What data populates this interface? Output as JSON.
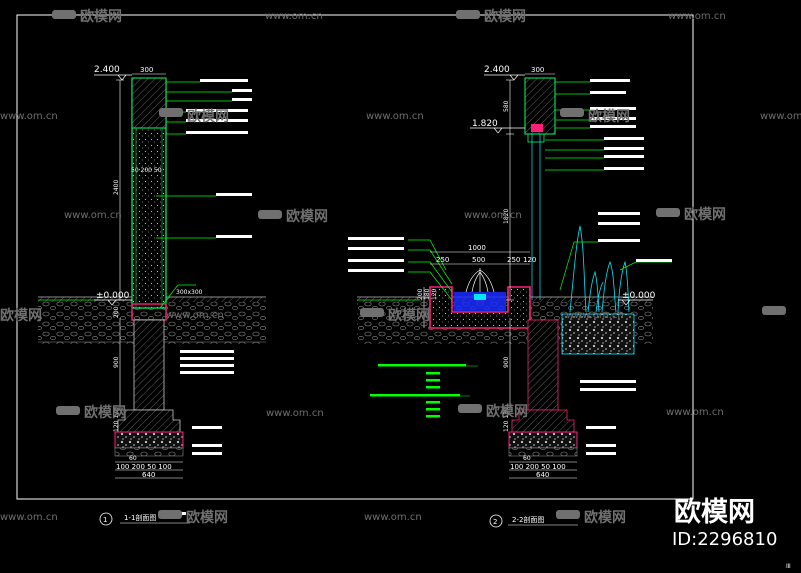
{
  "colors": {
    "background": "#000000",
    "frame": "#ffffff",
    "wall_outline": "#00ff66",
    "waterproofing": "#ff1e78",
    "leader": "#00ff00",
    "water": "#2a3cff",
    "concrete_hatch": "#b0b0b0",
    "plant": "#00e8ff",
    "watermark": "#6e6e6e"
  },
  "watermark": {
    "site": "www.om.cn",
    "brand_cn": "欧模网",
    "brand_big": "欧模网",
    "id": "ID:2296810"
  },
  "section1": {
    "number": "1",
    "title": "1-1剖面图",
    "top_level": "2.400",
    "ground_level": "±0.000",
    "dims": {
      "top_width": "300",
      "height": "2400",
      "wall_layers": "50 200 50",
      "base_height": "200",
      "footing_height": "900",
      "footing_steps": "120 120",
      "base_layers_1": "100 200 50 100",
      "base_total": "640",
      "base_offset": "60",
      "callout": "300x300"
    }
  },
  "section2": {
    "number": "2",
    "title": "2-2剖面图",
    "top_level": "2.400",
    "mid_level": "1.820",
    "ground_level": "±0.000",
    "dims": {
      "top_width": "300",
      "top_height": "580",
      "height": "1820",
      "pool_total": "1000",
      "pool_left": "250",
      "pool_mid": "500",
      "pool_right": "250",
      "pool_edge": "120",
      "pool_depth_1": "200",
      "pool_depth_2": "180",
      "pool_depth_3": "120",
      "footing_height": "900",
      "footing_steps": "120 120",
      "base_layers_2": "100 200 50 100",
      "base_total": "640",
      "base_offset": "60"
    }
  },
  "corner_tag": "ⅠⅡ"
}
